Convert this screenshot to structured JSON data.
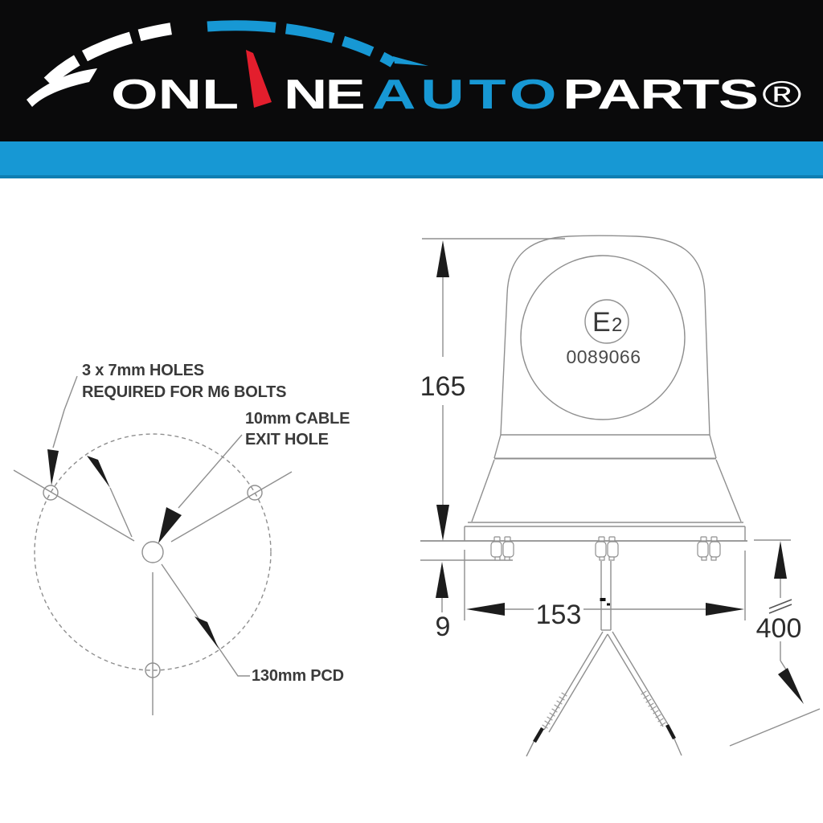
{
  "banner": {
    "brand": {
      "onl": "ONL",
      "ne": "NE",
      "auto": "AUTO",
      "parts": "PARTS",
      "registered": "®"
    },
    "colors": {
      "background": "#0a0a0b",
      "accent_blue": "#1798d4",
      "needle_red": "#e31e2d",
      "text_white": "#ffffff"
    }
  },
  "accent_bar": {
    "color": "#1798d4"
  },
  "hole_diagram": {
    "labels": {
      "holes_line1": "3 x 7mm HOLES",
      "holes_line2": "REQUIRED FOR M6 BOLTS",
      "cable_line1": "10mm CABLE",
      "cable_line2": "EXIT HOLE",
      "pcd": "130mm PCD"
    }
  },
  "side_view": {
    "certification": {
      "mark": "E",
      "mark_sub": "2",
      "approval_number": "0089066"
    },
    "dimensions": {
      "height": "165",
      "base_width": "153",
      "flange_thickness": "9",
      "pole_length": "400"
    }
  }
}
